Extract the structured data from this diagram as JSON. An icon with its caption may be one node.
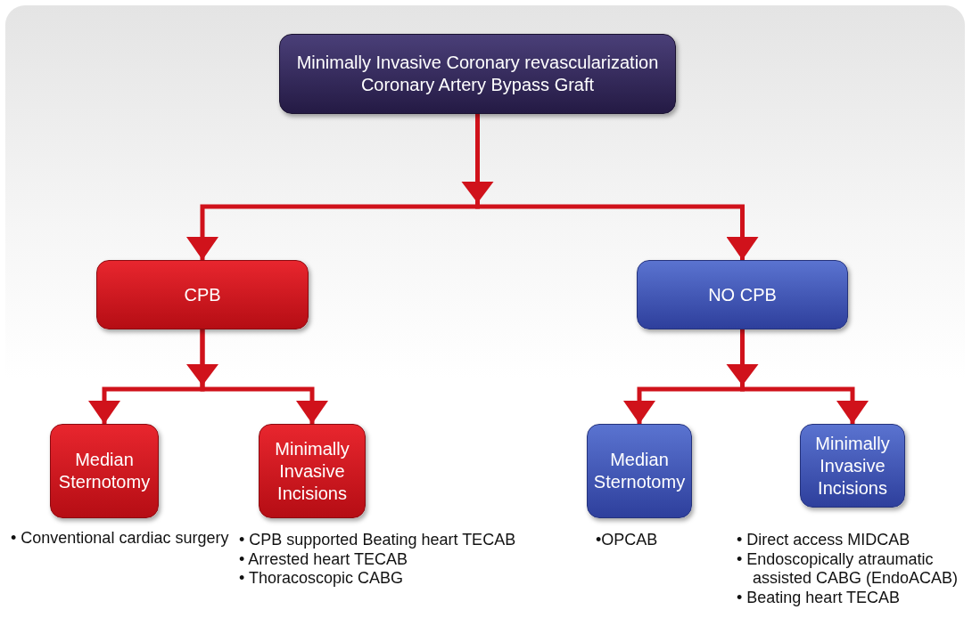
{
  "diagram": {
    "nodes": [
      {
        "text": [
          "Minimally Invasive Coronary revascularization",
          "Coronary Artery Bypass Graft"
        ]
      },
      {
        "text": [
          "CPB"
        ]
      },
      {
        "text": [
          "NO CPB"
        ]
      },
      {
        "text": [
          "Median Sternotomy"
        ],
        "beside": [
          "• Conventional cardiac surgery"
        ]
      },
      {
        "text": [
          "Minimally Invasive Incisions"
        ],
        "beside": [
          "• CPB supported Beating heart TECAB",
          "• Arrested heart TECAB",
          "• Thoracoscopic CABG"
        ]
      },
      {
        "text": [
          "Median Sternotomy"
        ],
        "beside": [
          "•OPCAB"
        ]
      },
      {
        "text": [
          "Minimally Invasive Incisions"
        ],
        "beside": [
          "• Direct access MIDCAB",
          "• Endoscopically atraumatic assisted CABG (EndoACAB)",
          "• Beating heart TECAB"
        ]
      }
    ],
    "edges": [
      {
        "from": 0,
        "to": 1,
        "arrow": "to"
      },
      {
        "from": 0,
        "to": 2,
        "arrow": "to"
      },
      {
        "from": 1,
        "to": 3,
        "arrow": "to"
      },
      {
        "from": 1,
        "to": 4,
        "arrow": "to"
      },
      {
        "from": 2,
        "to": 5,
        "arrow": "to"
      },
      {
        "from": 2,
        "to": 6,
        "arrow": "to"
      }
    ]
  }
}
